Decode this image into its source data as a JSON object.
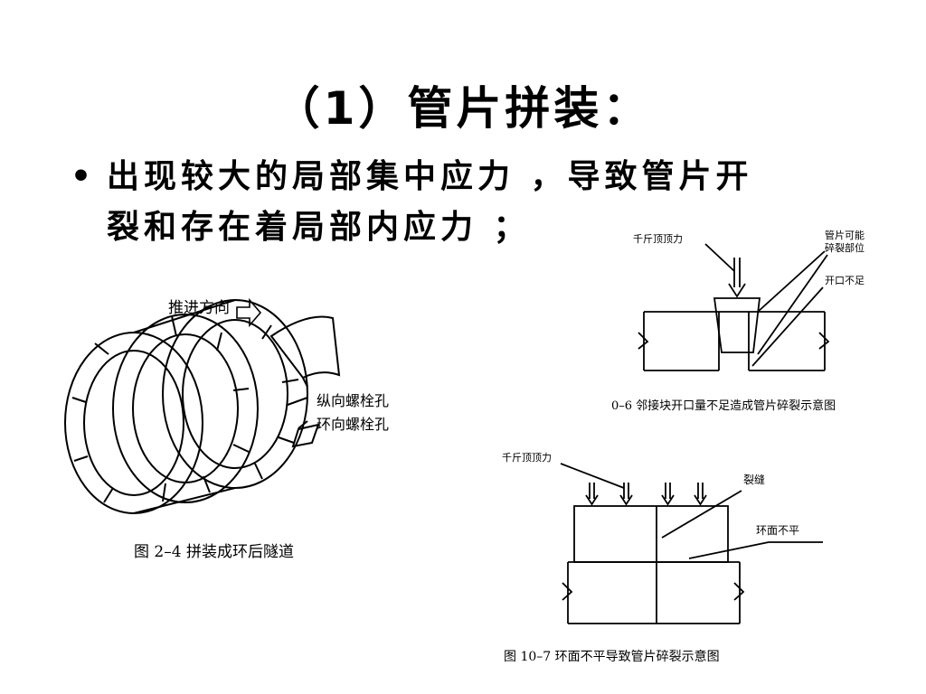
{
  "slide": {
    "title": "（1）管片拼装：",
    "bullet": {
      "symbol": "•",
      "line1": "出现较大的局部集中应力 ，导致管片开",
      "line2": "裂和存在着局部内应力 ；"
    }
  },
  "figure_tunnel": {
    "direction_label": "推进方向",
    "label_longitudinal_bolt": "纵向螺栓孔",
    "label_ring_bolt": "环向螺栓孔",
    "caption": "图 2–4  拼装成环后隧道"
  },
  "figure_gap": {
    "label_jack_force": "千斤顶顶力",
    "label_possible_crack_1": "管片可能",
    "label_possible_crack_2": "碎裂部位",
    "label_insufficient_opening": "开口不足",
    "caption": "0–6  邻接块开口量不足造成管片碎裂示意图"
  },
  "figure_uneven": {
    "label_jack_force": "千斤顶顶力",
    "label_crack": "裂缝",
    "label_uneven": "环面不平",
    "caption": "图 10–7  环面不平导致管片碎裂示意图"
  }
}
